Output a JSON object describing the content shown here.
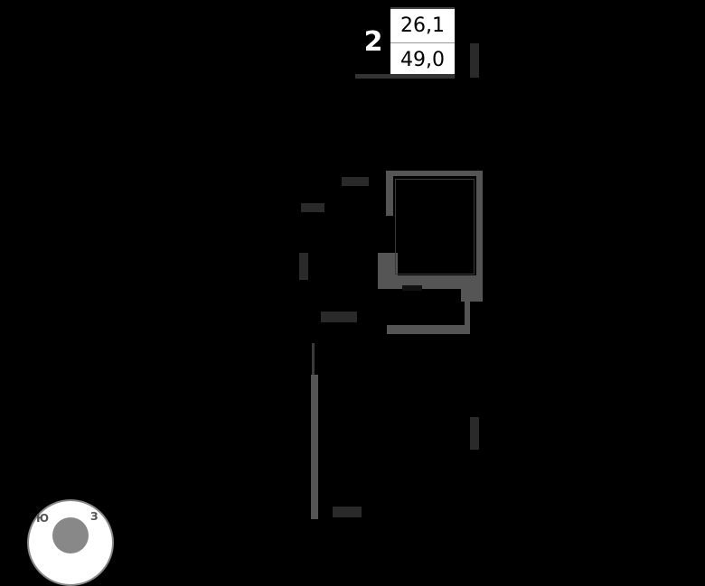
{
  "plan": {
    "rooms_count": "2",
    "living_area": "26,1",
    "total_area": "49,0"
  },
  "compass": {
    "labels": [
      "Ю",
      "З"
    ]
  },
  "colors": {
    "background": "#000000",
    "walls": "#555555",
    "badge_bg": "#ffffff",
    "badge_text": "#000000"
  }
}
